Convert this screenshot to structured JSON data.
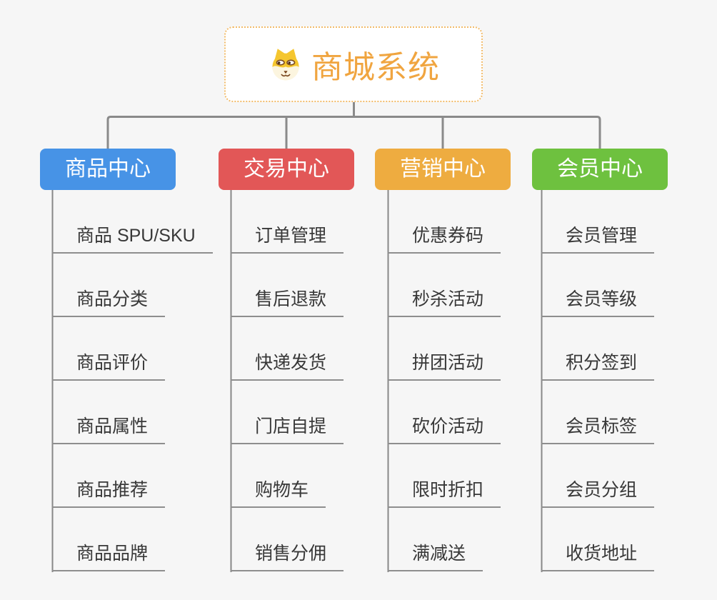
{
  "root": {
    "title": "商城系统",
    "icon": "dog-icon"
  },
  "branches": [
    {
      "label": "商品中心",
      "color": "#4793E6",
      "children": [
        "商品 SPU/SKU",
        "商品分类",
        "商品评价",
        "商品属性",
        "商品推荐",
        "商品品牌"
      ]
    },
    {
      "label": "交易中心",
      "color": "#E25757",
      "children": [
        "订单管理",
        "售后退款",
        "快递发货",
        "门店自提",
        "购物车",
        "销售分佣"
      ]
    },
    {
      "label": "营销中心",
      "color": "#EEAC40",
      "children": [
        "优惠券码",
        "秒杀活动",
        "拼团活动",
        "砍价活动",
        "限时折扣",
        "满减送"
      ]
    },
    {
      "label": "会员中心",
      "color": "#6EC13F",
      "children": [
        "会员管理",
        "会员等级",
        "积分签到",
        "会员标签",
        "会员分组",
        "收货地址"
      ]
    }
  ],
  "colors": {
    "background": "#F6F6F6",
    "connector": "#8A8A8A",
    "leaf_underline": "#8E8E8E",
    "root_border": "#F2BC6B",
    "root_text": "#F0A540",
    "branch_text": "#FFFFFF",
    "leaf_text": "#383838"
  }
}
